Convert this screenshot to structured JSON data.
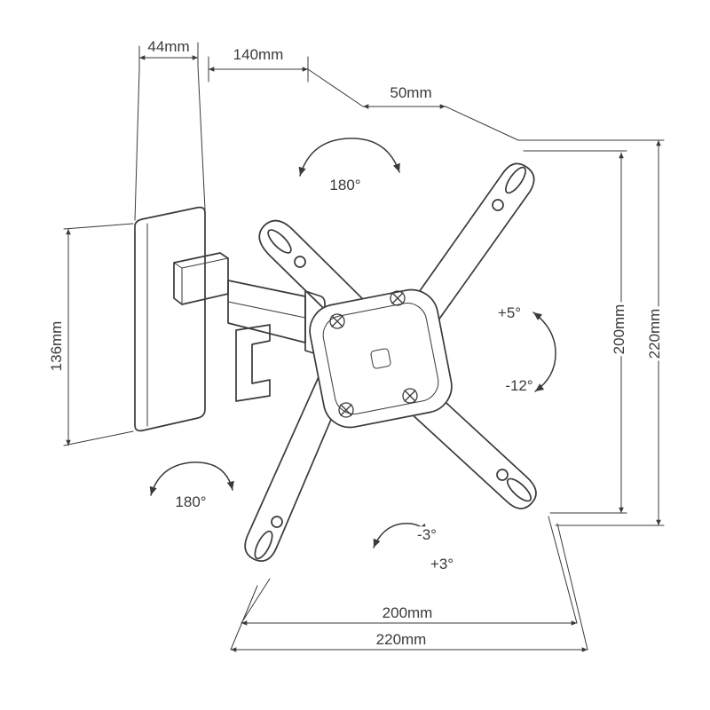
{
  "page": {
    "background": "#ffffff",
    "line_color": "#3a3a3a"
  },
  "diagram": {
    "subject": "articulating-tv-wall-mount-dimension-drawing",
    "labels": {
      "depth": "44mm",
      "arm": "140mm",
      "offset": "50mm",
      "plate_height": "136mm",
      "vesa_height": "200mm",
      "bracket_height": "220mm",
      "vesa_width": "200mm",
      "bracket_width": "220mm",
      "swivel_top": "180°",
      "swivel_bottom": "180°",
      "tilt_up": "+5°",
      "tilt_down": "-12°",
      "level_plus": "+3°",
      "level_minus": "-3°"
    }
  }
}
